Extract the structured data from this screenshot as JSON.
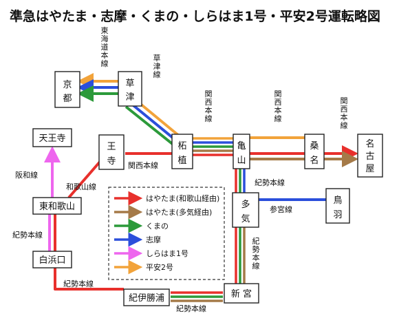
{
  "title": "準急はやたま・志摩・くまの・しらはま1号・平安2号運転略図",
  "colors": {
    "hayatama_wakayama": "#e8302c",
    "hayatama_taki": "#a57a48",
    "kumano": "#2c9a3a",
    "shima": "#2b4fdb",
    "shirahama1": "#ee66ee",
    "heian2": "#f2a33a"
  },
  "stations": {
    "kyoto": "京都",
    "kusatsu": "草津",
    "tennoji": "天王寺",
    "oji": "王寺",
    "tsuge": "柘植",
    "kameyama": "亀山",
    "kuwana": "桑名",
    "nagoya": "名古屋",
    "higashi_wakayama": "東和歌山",
    "taki": "多気",
    "toba": "鳥羽",
    "shirahamaguchi": "白浜口",
    "kii_katsuura": "紀伊勝浦",
    "shingu": "新宮"
  },
  "lines": {
    "tokaido": "東海道本線",
    "kusatsu": "草津線",
    "kansai_a": "関西本線",
    "kansai_b": "関西本線",
    "kansai_c": "関西本線",
    "kansai_d": "関西本線",
    "hanwa": "阪和線",
    "wakayama": "和歌山線",
    "kisei_a": "紀勢本線",
    "kisei_b": "紀勢本線",
    "kisei_c": "紀勢本線",
    "kisei_d": "紀勢本線",
    "kisei_e": "紀勢本線",
    "sangu": "参宮線"
  },
  "legend": [
    {
      "label": "はやたま(和歌山経由)",
      "color": "#e8302c"
    },
    {
      "label": "はやたま(多気経由)",
      "color": "#a57a48"
    },
    {
      "label": "くまの",
      "color": "#2c9a3a"
    },
    {
      "label": "志摩",
      "color": "#2b4fdb"
    },
    {
      "label": "しらはま1号",
      "color": "#ee66ee"
    },
    {
      "label": "平安2号",
      "color": "#f2a33a"
    }
  ]
}
